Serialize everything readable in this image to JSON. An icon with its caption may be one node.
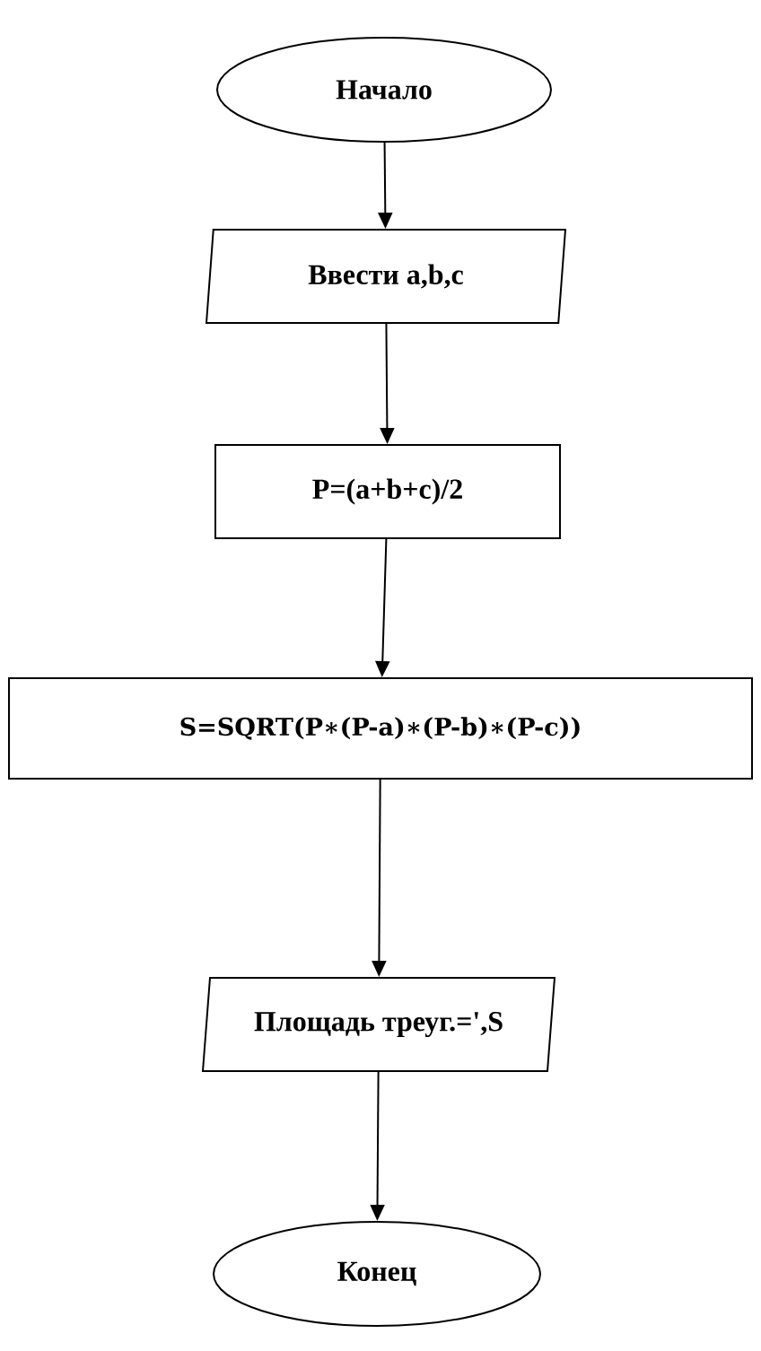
{
  "diagram": {
    "nodes": [
      {
        "text": [
          "Начало"
        ]
      },
      {
        "text": [
          "Ввести a,b,c"
        ]
      },
      {
        "text": [
          "P=(a+b+c)/2"
        ]
      },
      {
        "text": [
          "S=SQRT(P∗(P-a)∗(P-b)∗(P-c))"
        ]
      },
      {
        "text": [
          "Площадь треуг.=',S"
        ]
      },
      {
        "text": [
          "Конец"
        ]
      }
    ],
    "edges": [
      {
        "from": 0,
        "to": 1,
        "arrow": "to"
      },
      {
        "from": 1,
        "to": 2,
        "arrow": "to"
      },
      {
        "from": 2,
        "to": 3,
        "arrow": "to"
      },
      {
        "from": 3,
        "to": 4,
        "arrow": "to"
      },
      {
        "from": 4,
        "to": 5,
        "arrow": "to"
      }
    ]
  }
}
